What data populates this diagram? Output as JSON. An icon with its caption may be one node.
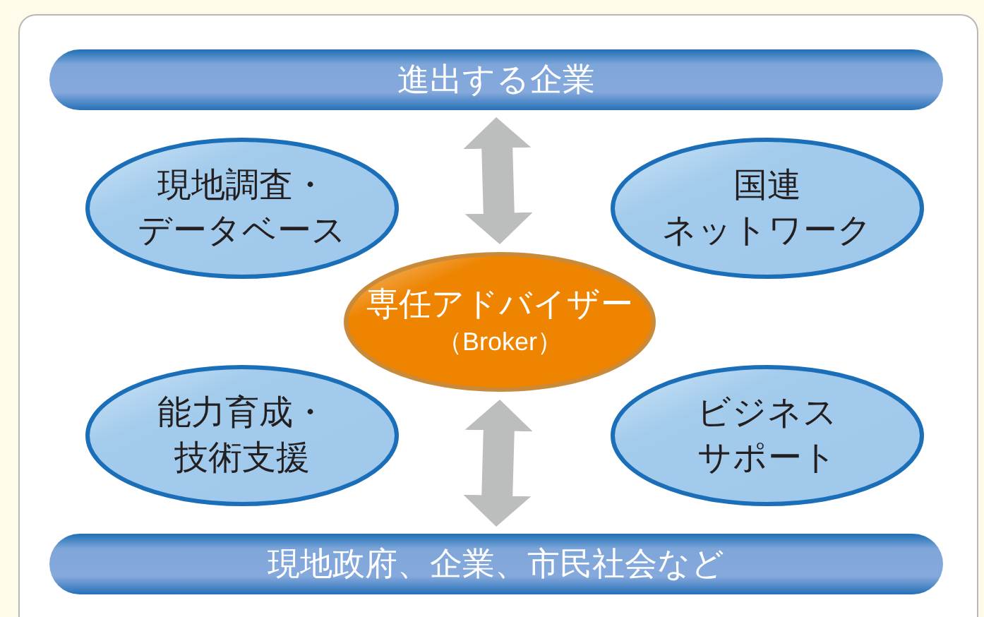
{
  "diagram": {
    "nodes": [
      {
        "text": [
          "進出する企業"
        ]
      },
      {
        "text": [
          "現地調査・データベース"
        ]
      },
      {
        "text": [
          "国連ネットワーク"
        ]
      },
      {
        "text": [
          "専任アドバイザー",
          "（Broker）"
        ]
      },
      {
        "text": [
          "能力育成・技術支援"
        ]
      },
      {
        "text": [
          "ビジネスサポート"
        ]
      },
      {
        "text": [
          "現地政府、企業、市民社会など"
        ]
      }
    ],
    "edges": [
      {
        "from": 0,
        "to": 3,
        "arrow": "both"
      },
      {
        "from": 3,
        "to": 6,
        "arrow": "both"
      }
    ]
  }
}
